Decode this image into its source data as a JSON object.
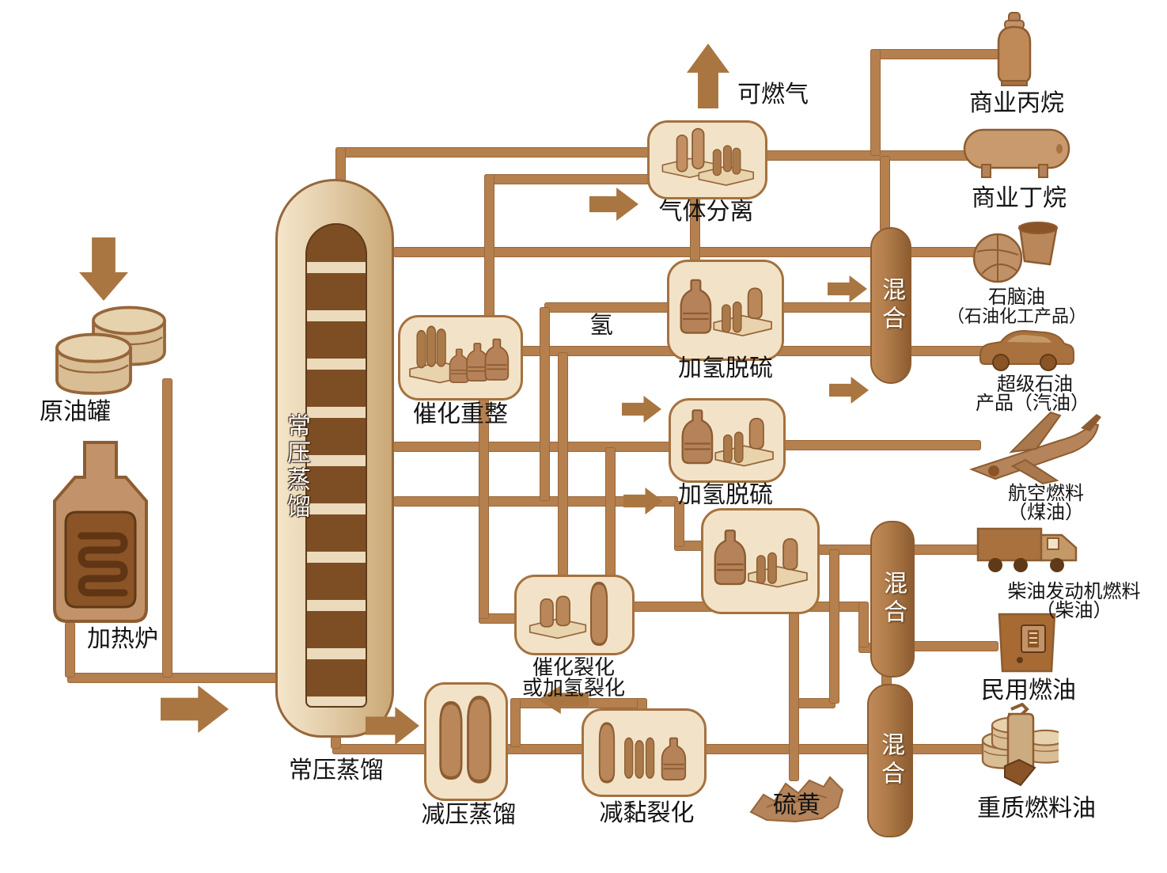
{
  "palette": {
    "bg": "#ffffff",
    "pipe": "#b5804e",
    "pipe_border": "#98683c",
    "arrow": "#a97540",
    "box_fill": "#f2e3c8",
    "box_border": "#a5713f",
    "column_inner": "#7d4e24",
    "column_tray": "#ecdabc",
    "mixer_fill": "#b07c4a",
    "mixer_border": "#8d5c30",
    "text": "#141414",
    "text_on_mixer": "#ffffff"
  },
  "feed": {
    "crude_tank": "原油罐",
    "furnace": "加热炉"
  },
  "column": {
    "vertical_label": "常压蒸馏",
    "bottom_label": "常压蒸馏"
  },
  "units": {
    "flammable_gas": "可燃气",
    "gas_separation": "气体分离",
    "catalytic_reforming": "催化重整",
    "hydrogen": "氢",
    "hydrodesulfurization_1": "加氢脱硫",
    "hydrodesulfurization_2": "加氢脱硫",
    "catalytic_cracking_line1": "催化裂化",
    "catalytic_cracking_line2": "或加氢裂化",
    "vacuum_distillation": "减压蒸馏",
    "visbreaking": "减黏裂化",
    "sulfur": "硫黄"
  },
  "mixers": {
    "label": "混合"
  },
  "products": {
    "propane": {
      "label": "商业丙烷"
    },
    "butane": {
      "label": "商业丁烷"
    },
    "naphtha": {
      "line1": "石脑油",
      "line2": "（石油化工产品）"
    },
    "gasoline": {
      "line1": "超级石油",
      "line2": "产品（汽油）"
    },
    "jet_fuel": {
      "line1": "航空燃料",
      "line2": "（煤油）"
    },
    "diesel": {
      "line1": "柴油发动机燃料",
      "line2": "（柴油）"
    },
    "heating_oil": {
      "label": "民用燃油"
    },
    "heavy_fuel_oil": {
      "label": "重质燃料油"
    }
  }
}
